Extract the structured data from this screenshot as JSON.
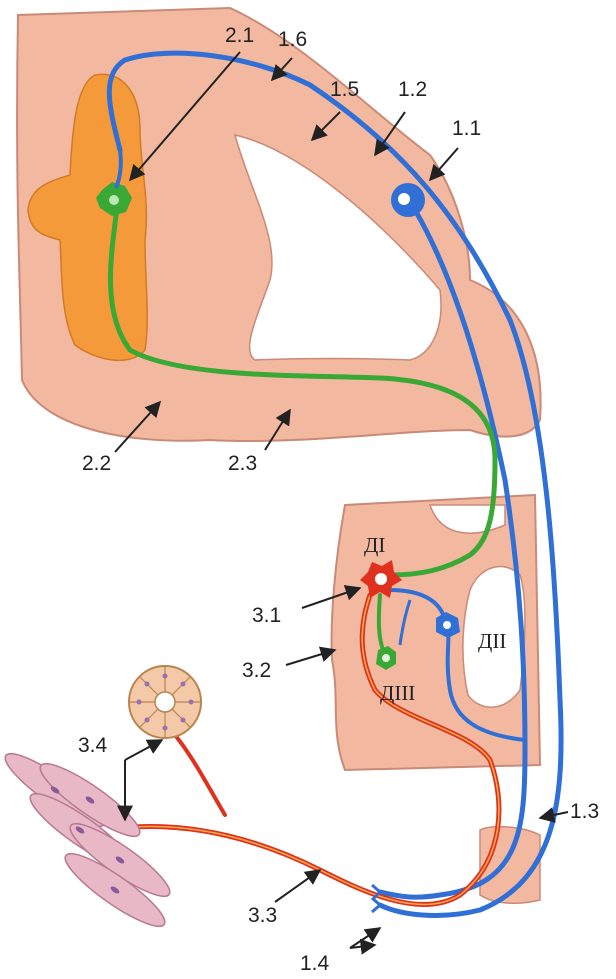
{
  "labels": {
    "l_1_1": "1.1",
    "l_1_2": "1.2",
    "l_1_3": "1.3",
    "l_1_4": "1.4",
    "l_1_5": "1.5",
    "l_1_6": "1.6",
    "l_2_1": "2.1",
    "l_2_2": "2.2",
    "l_2_3": "2.3",
    "l_3_1": "3.1",
    "l_3_2": "3.2",
    "l_3_3": "3.3",
    "l_3_4": "3.4"
  },
  "ganglia": {
    "g1": "ДІ",
    "g2": "ДІІ",
    "g3": "ДІІІ"
  },
  "colors": {
    "tissue": "#f2b8a0",
    "tissue_outline": "#c98a78",
    "grey_matter": "#f59a3a",
    "sensory": "#2f6fd6",
    "preganglionic": "#3aa835",
    "postganglionic": "#e0301e",
    "arrow": "#222222"
  }
}
